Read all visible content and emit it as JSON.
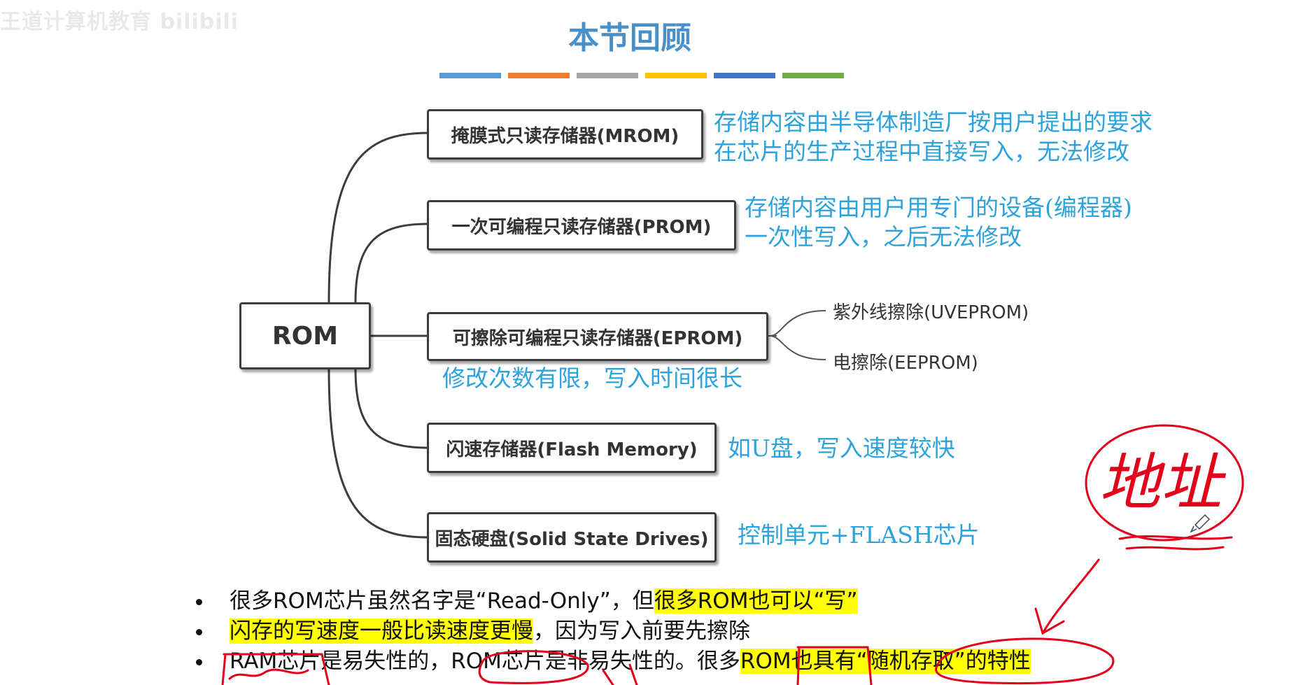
{
  "watermark": "王道计算机教育 bilibili",
  "title": "本节回顾",
  "color_bars": [
    "#5a9bd5",
    "#ed7d31",
    "#a5a5a5",
    "#ffc000",
    "#4472c4",
    "#70ad47"
  ],
  "mindmap": {
    "root": "ROM",
    "branches": [
      {
        "label": "掩膜式只读存储器(MROM)",
        "note_lines": [
          "存储内容由半导体制造厂按用户提出的要求",
          "在芯片的生产过程中直接写入，无法修改"
        ]
      },
      {
        "label": "一次可编程只读存储器(PROM)",
        "note_lines": [
          "存储内容由用户用专门的设备(编程器)",
          "一次性写入，之后无法修改"
        ]
      },
      {
        "label": "可擦除可编程只读存储器(EPROM)",
        "note_lines": [
          "修改次数有限，写入时间很长"
        ],
        "children": [
          "紫外线擦除(UVEPROM)",
          "电擦除(EEPROM)"
        ]
      },
      {
        "label": "闪速存储器(Flash Memory)",
        "note_lines": [
          "如U盘，写入速度较快"
        ]
      },
      {
        "label": "固态硬盘(Solid State Drives)",
        "note_lines": [
          "控制单元+FLASH芯片"
        ]
      }
    ]
  },
  "bullets": [
    {
      "prefix": "很多ROM芯片虽然名字是“Read-Only”，但",
      "highlight": "很多ROM也可以“写”",
      "suffix": ""
    },
    {
      "prefix": "",
      "highlight": "闪存的写速度一般比读速度更慢",
      "suffix": "，因为写入前要先擦除"
    },
    {
      "prefix": "RAM芯片是易失性的，ROM芯片是非易失性的。很多",
      "highlight": "ROM也具有“随机存取”的特性",
      "suffix": ""
    }
  ],
  "handwriting": {
    "text": "地址",
    "ink_color": "#e3001b"
  }
}
